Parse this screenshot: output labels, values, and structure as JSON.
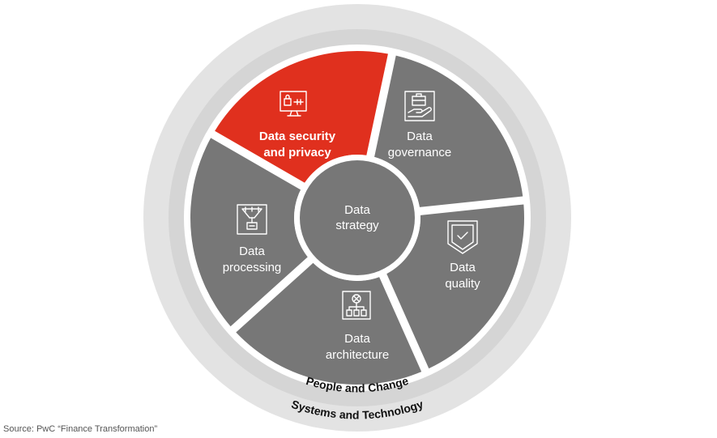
{
  "colors": {
    "outer_ring": "#e3e3e3",
    "inner_ring": "#d5d5d5",
    "segment": "#777777",
    "highlight": "#e0301e",
    "center": "#777777",
    "gap": "#ffffff"
  },
  "diagram": {
    "center": {
      "line1": "Data",
      "line2": "strategy"
    },
    "segments": [
      {
        "line1": "Data security",
        "line2": "and privacy",
        "icon": "computer-lock-icon",
        "highlighted": true
      },
      {
        "line1": "Data",
        "line2": "governance",
        "icon": "hand-briefcase-icon",
        "highlighted": false
      },
      {
        "line1": "Data",
        "line2": "quality",
        "icon": "shield-check-icon",
        "highlighted": false
      },
      {
        "line1": "Data",
        "line2": "architecture",
        "icon": "architecture-network-icon",
        "highlighted": false
      },
      {
        "line1": "Data",
        "line2": "processing",
        "icon": "funnel-processing-icon",
        "highlighted": false
      }
    ],
    "inner_ring_label": "People and Change",
    "outer_ring_label": "Systems and Technology"
  },
  "source": "Source: PwC “Finance Transformation”"
}
